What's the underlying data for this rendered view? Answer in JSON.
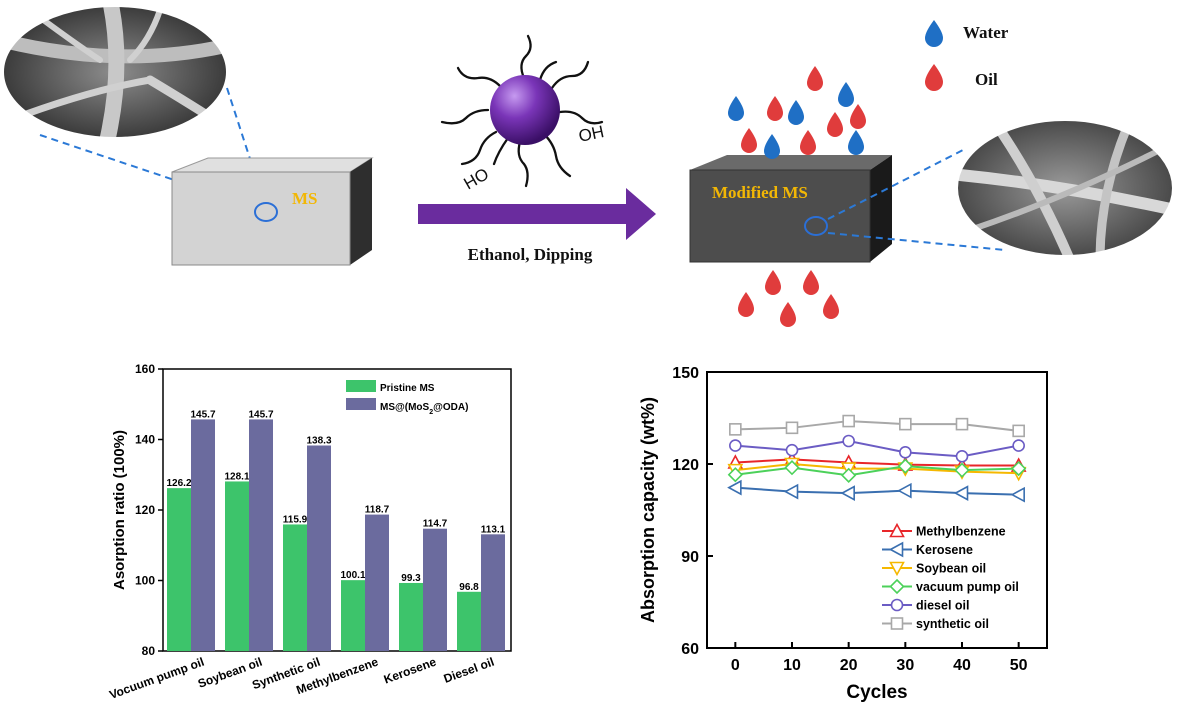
{
  "schematic": {
    "block1_label": "MS",
    "block2_label": "Modified MS",
    "arrow_label": "Ethanol,  Dipping",
    "group_oh_right": "OH",
    "group_ho_left": "HO",
    "legend_water": "Water",
    "legend_oil": "Oil",
    "colors": {
      "water": "#1f6fc5",
      "oil": "#e03c3c",
      "label": "#f2b705",
      "arrow": "#6a2c9e",
      "sphere": "#6a2aa8"
    },
    "icons": [
      "sem-fiber-image",
      "sem-modified-fiber-image",
      "nanoparticle-sphere",
      "water-drop-icon",
      "oil-drop-icon"
    ]
  },
  "chart_data": [
    {
      "type": "bar",
      "categories": [
        "Vocuum pump oil",
        "Soybean oil",
        "Synthetic oil",
        "Methylbenzene",
        "Kerosene",
        "Diesel oil"
      ],
      "series": [
        {
          "name": "Pristine MS",
          "values": [
            126.2,
            128.1,
            115.9,
            100.1,
            99.3,
            96.8
          ],
          "labels": [
            "126.2",
            "128.1",
            "115.9",
            "100.1",
            "99.3",
            "96.8"
          ],
          "color": "#3dc46b"
        },
        {
          "name": "MS@(MoS2@ODA)",
          "values": [
            145.7,
            145.7,
            138.3,
            118.7,
            114.7,
            113.1
          ],
          "labels": [
            "145.7",
            "145.7",
            "138.3",
            "118.7",
            "114.7",
            "113.1"
          ],
          "color": "#6b6b9e"
        }
      ],
      "ylabel": "Asorption ratio (100%)",
      "ylim": [
        80,
        160
      ],
      "yticks": [
        80,
        100,
        120,
        140,
        160
      ],
      "legend": [
        "Pristine MS",
        "MS@(MoS2@ODA)"
      ],
      "legend_position": "top-right",
      "grid": false
    },
    {
      "type": "line",
      "x": [
        0,
        10,
        20,
        30,
        40,
        50
      ],
      "series": [
        {
          "name": "Methylbenzene",
          "values": [
            120.5,
            121.5,
            120.5,
            119.8,
            119.5,
            119.5
          ],
          "color": "#e8262a",
          "marker": "triangle-up"
        },
        {
          "name": "Kerosene",
          "values": [
            112.3,
            111.0,
            110.5,
            111.3,
            110.5,
            110.0
          ],
          "color": "#3a6fb0",
          "marker": "triangle-left"
        },
        {
          "name": "Soybean oil",
          "values": [
            118.0,
            120.0,
            118.5,
            118.5,
            117.5,
            117.0
          ],
          "color": "#f5b800",
          "marker": "triangle-down"
        },
        {
          "name": "vacuum pump oil",
          "values": [
            116.5,
            118.8,
            116.3,
            119.3,
            118.0,
            118.5
          ],
          "color": "#4cd15a",
          "marker": "diamond"
        },
        {
          "name": "diesel oil",
          "values": [
            126.0,
            124.5,
            127.5,
            123.8,
            122.5,
            126.0
          ],
          "color": "#6b5cc4",
          "marker": "circle"
        },
        {
          "name": "synthetic oil",
          "values": [
            131.3,
            131.8,
            134.0,
            133.0,
            133.0,
            130.8
          ],
          "color": "#a8a8a8",
          "marker": "square"
        }
      ],
      "xlabel": "Cycles",
      "ylabel": "Absorption capacity (wt%)",
      "xlim": [
        -5,
        55
      ],
      "xticks": [
        0,
        10,
        20,
        30,
        40,
        50
      ],
      "ylim": [
        60,
        150
      ],
      "yticks": [
        60,
        90,
        120,
        150
      ],
      "legend_position": "bottom-right",
      "grid": false
    }
  ]
}
